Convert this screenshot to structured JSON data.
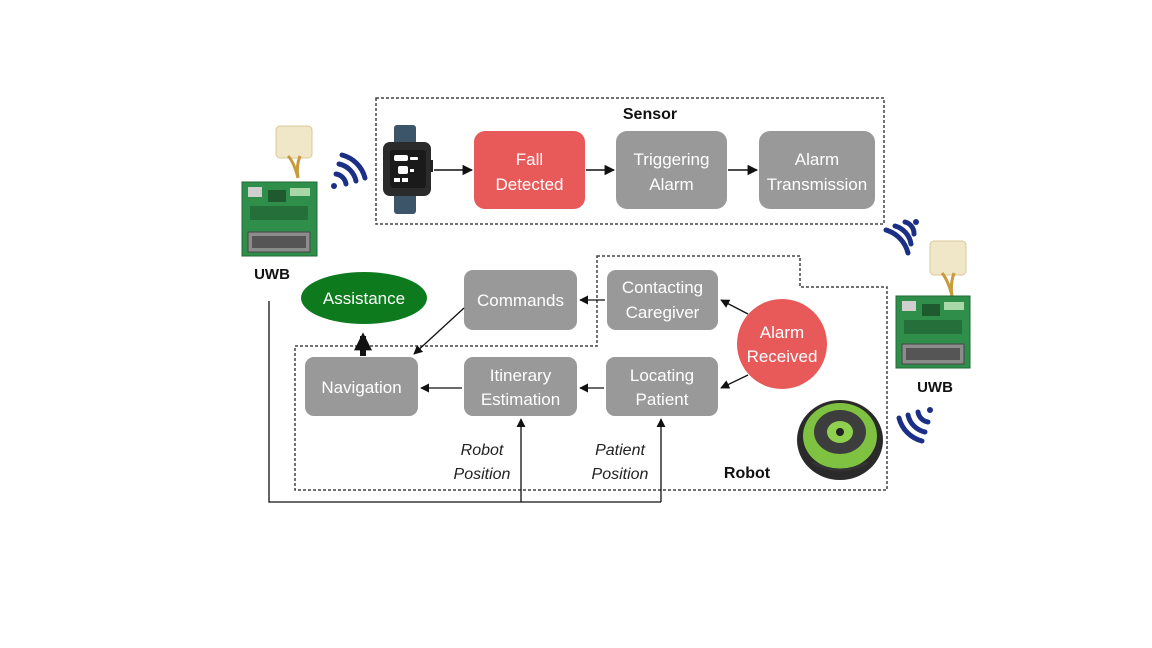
{
  "sections": {
    "sensor": "Sensor",
    "robot": "Robot"
  },
  "nodes": {
    "fall_detected": [
      "Fall",
      "Detected"
    ],
    "triggering_alarm": [
      "Triggering",
      "Alarm"
    ],
    "alarm_transmission": [
      "Alarm",
      "Transmission"
    ],
    "assistance": [
      "Assistance"
    ],
    "commands": [
      "Commands"
    ],
    "contacting_caregiver": [
      "Contacting",
      "Caregiver"
    ],
    "alarm_received": [
      "Alarm",
      "Received"
    ],
    "navigation": [
      "Navigation"
    ],
    "itinerary_estimation": [
      "Itinerary",
      "Estimation"
    ],
    "locating_patient": [
      "Locating",
      "Patient"
    ]
  },
  "inputs": {
    "robot_position": [
      "Robot",
      "Position"
    ],
    "patient_position": [
      "Patient",
      "Position"
    ]
  },
  "devices": {
    "left_uwb": "UWB",
    "right_uwb": "UWB"
  },
  "icons": [
    "smartwatch-icon",
    "uwb-board-icon",
    "wireless-signal-icon",
    "robot-vacuum-icon"
  ],
  "colors": {
    "process_box": "#999999",
    "fall_detected": "#e85a5a",
    "alarm_received": "#e85a5a",
    "assistance": "#0d7a1e",
    "signal": "#1c2f86"
  }
}
